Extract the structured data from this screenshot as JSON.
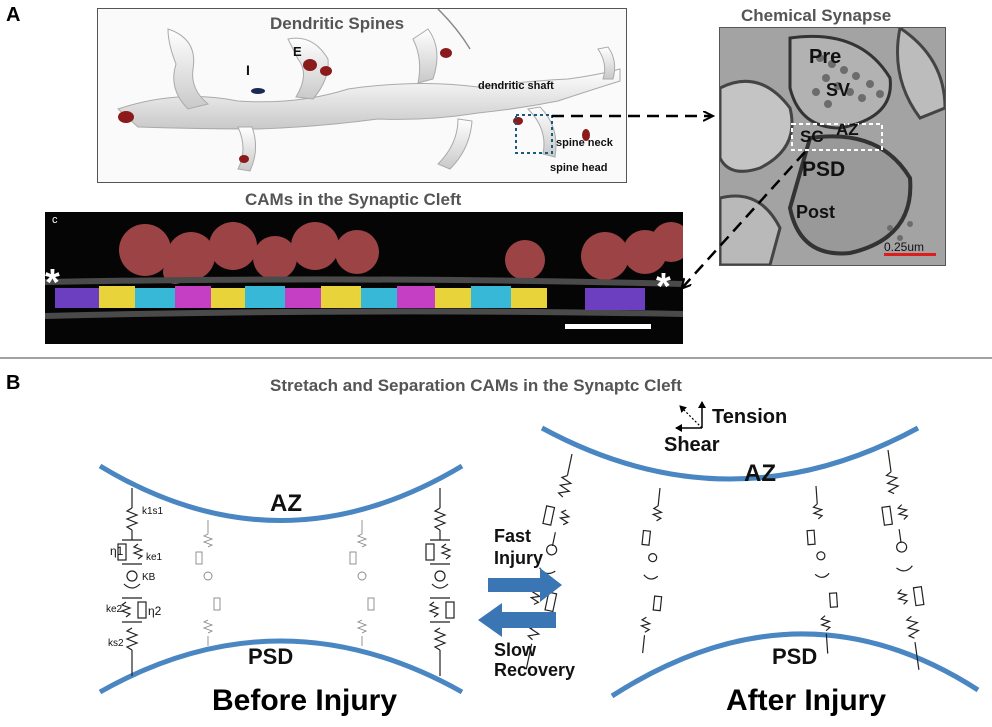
{
  "panel_a": {
    "letter": "A",
    "spines": {
      "title": "Dendritic Spines",
      "label_E": "E",
      "label_I": "I",
      "shaft": "dendritic shaft",
      "neck": "spine neck",
      "head": "spine head"
    },
    "synapse": {
      "title": "Chemical Synapse",
      "pre": "Pre",
      "sv": "SV",
      "sc": "SC",
      "az": "AZ",
      "psd": "PSD",
      "post": "Post",
      "scale": "0.25um"
    },
    "cams": {
      "title": "CAMs in the Synaptic Cleft",
      "corner": "c",
      "star": "*"
    }
  },
  "panel_b": {
    "letter": "B",
    "title": "Stretach and Separation CAMs in the Synaptc Cleft",
    "az": "AZ",
    "psd": "PSD",
    "before": "Before Injury",
    "after": "After Injury",
    "fast_1": "Fast",
    "fast_2": "Injury",
    "slow_1": "Slow",
    "slow_2": "Recovery",
    "tension": "Tension",
    "shear": "Shear",
    "spring_labels": {
      "ks1": "k⁢1s1",
      "n1": "η1",
      "ke1": "ke1",
      "kb": "KB",
      "ke2": "ke2",
      "n2": "η2",
      "ks2": "ks2"
    }
  },
  "colors": {
    "arc": "#4a86c2",
    "arrow": "#3a76b3",
    "vesicle": "#a8494b"
  }
}
